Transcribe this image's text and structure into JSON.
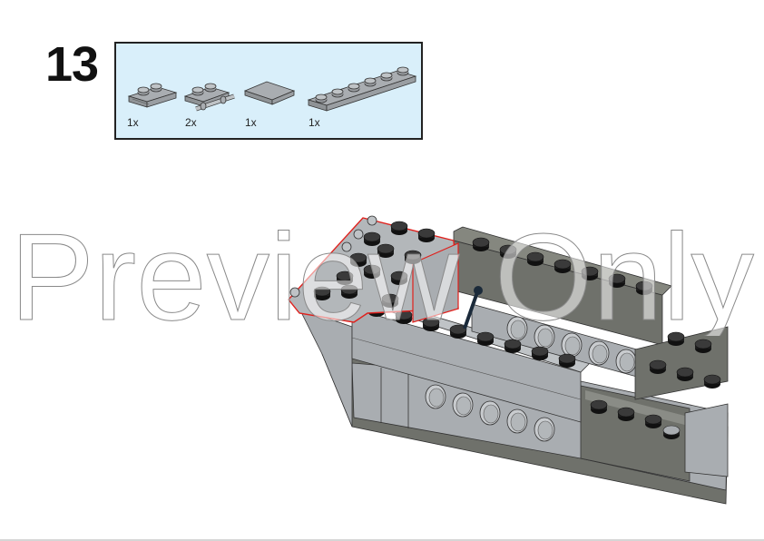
{
  "step": {
    "number": "13"
  },
  "parts_callout": {
    "background": "#d9effa",
    "border": "#222222",
    "parts": [
      {
        "name": "plate-1x2-with-door-rail",
        "quantity": "1x"
      },
      {
        "name": "plate-1x2-with-handles",
        "quantity": "2x"
      },
      {
        "name": "tile-2x2",
        "quantity": "1x"
      },
      {
        "name": "plate-1x6",
        "quantity": "1x"
      }
    ]
  },
  "model": {
    "colors": {
      "light_gray": "#a9adb1",
      "light_gray_top": "#bfc3c6",
      "dark_gray": "#6f716b",
      "dark_gray_top": "#85877f",
      "stud_dark": "#2a2a2a",
      "highlight": "#e0201c",
      "lever": "#1b2a3a"
    }
  },
  "watermark": {
    "text": "Preview Only"
  }
}
